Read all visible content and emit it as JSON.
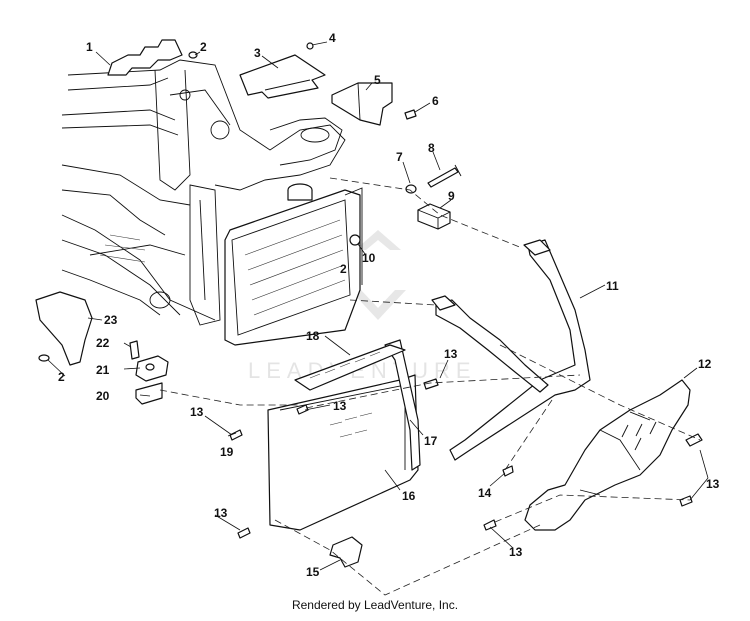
{
  "callouts": [
    "1",
    "2",
    "3",
    "4",
    "5",
    "6",
    "7",
    "8",
    "9",
    "10",
    "11",
    "12",
    "13",
    "14",
    "15",
    "16",
    "17",
    "18",
    "19",
    "20",
    "21",
    "22",
    "23"
  ],
  "watermark": "LEADVENTURE",
  "footer": "Rendered by LeadVenture, Inc."
}
